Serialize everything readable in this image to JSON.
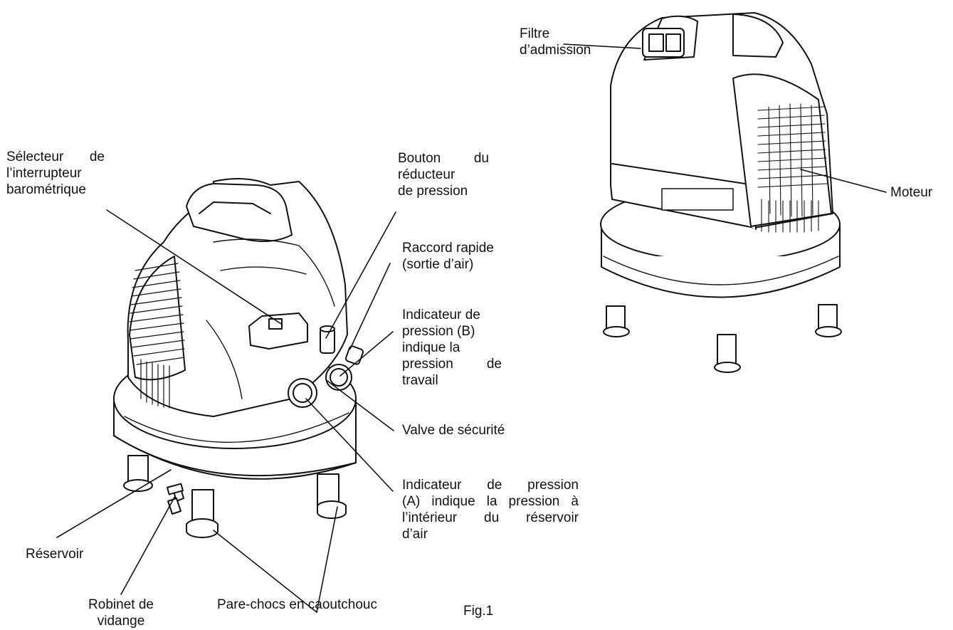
{
  "figure": {
    "caption": "Fig.1",
    "labels": {
      "intake_filter": [
        "Filtre",
        "d’admission"
      ],
      "motor": [
        "Moteur"
      ],
      "pressure_switch_selector": [
        "Sélecteur de",
        "l’interrupteur",
        "barométrique"
      ],
      "regulator_knob": [
        "Bouton du",
        "réducteur",
        "de pression"
      ],
      "quick_coupler": [
        "Raccord rapide",
        "(sortie d’air)"
      ],
      "gauge_b": [
        "Indicateur de",
        "pression (B)",
        "indique la",
        "pression de",
        "travail"
      ],
      "safety_valve": [
        "Valve de sécurité"
      ],
      "gauge_a": [
        "Indicateur de pression",
        "(A) indique la pression à",
        "l’intérieur du réservoir",
        "d’air"
      ],
      "tank": [
        "Réservoir"
      ],
      "drain_valve": [
        "Robinet de",
        "vidange"
      ],
      "rubber_bumpers": [
        "Pare-chocs en caoutchouc"
      ]
    }
  }
}
